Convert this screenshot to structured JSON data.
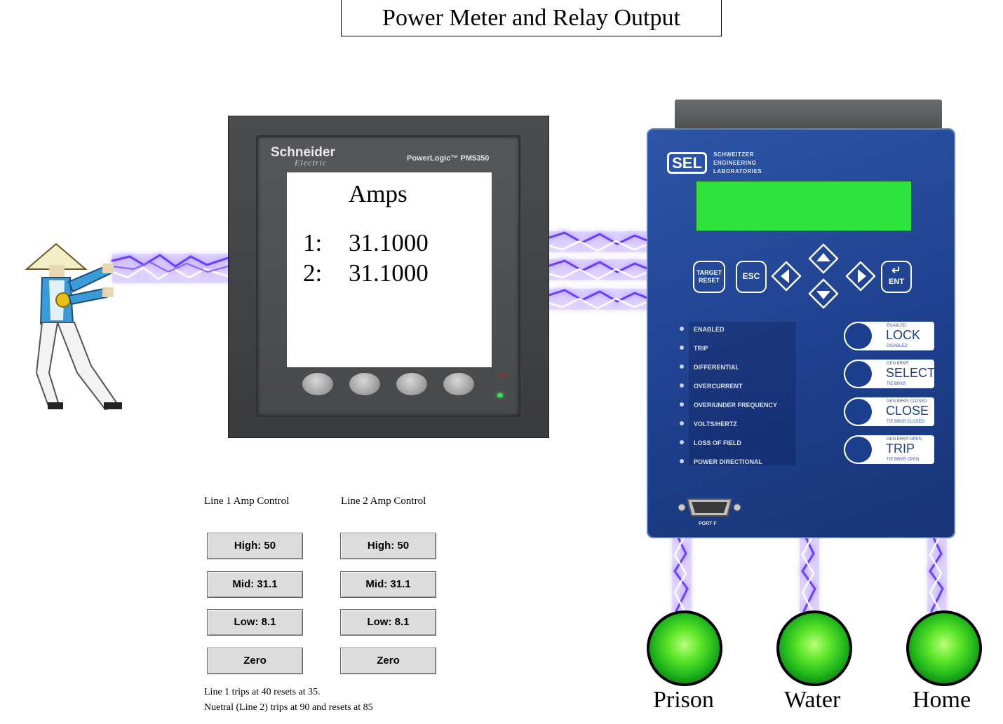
{
  "title": "Power Meter and Relay Output",
  "meter": {
    "brand": "Schneider",
    "brand_sub": "Electric",
    "model": "PowerLogic™ PM5350",
    "screen_title": "Amps",
    "lines": [
      {
        "label": "1:",
        "value": "31.1000"
      },
      {
        "label": "2:",
        "value": "31.1000"
      }
    ]
  },
  "relay": {
    "logo": "SEL",
    "company": [
      "SCHWEITZER",
      "ENGINEERING",
      "LABORATORIES"
    ],
    "keys": {
      "target_line1": "TARGET",
      "target_line2": "RESET",
      "esc": "ESC",
      "enter": "ENT"
    },
    "leds": [
      "ENABLED",
      "TRIP",
      "DIFFERENTIAL",
      "OVERCURRENT",
      "OVER/UNDER FREQUENCY",
      "VOLTS/HERTZ",
      "LOSS OF FIELD",
      "POWER DIRECTIONAL"
    ],
    "pushbuttons": [
      {
        "label": "LOCK",
        "top_small": "ENABLED",
        "bottom_small": "DISABLED"
      },
      {
        "label": "SELECT",
        "top_small": "GEN BRKR",
        "bottom_small": "TIE BRKR"
      },
      {
        "label": "CLOSE",
        "top_small": "GEN BRKR CLOSED",
        "bottom_small": "TIE BRKR CLOSED"
      },
      {
        "label": "TRIP",
        "top_small": "GEN BRKR OPEN",
        "bottom_small": "TIE BRKR OPEN"
      }
    ],
    "port_label": "PORT F",
    "lcd_color": "#2ee33b"
  },
  "controls": {
    "line1": {
      "label": "Line 1 Amp Control",
      "high": "High: 50",
      "mid": "Mid: 31.1",
      "low": "Low: 8.1",
      "zero": "Zero"
    },
    "line2": {
      "label": "Line 2 Amp Control",
      "high": "High: 50",
      "mid": "Mid: 31.1",
      "low": "Low: 8.1",
      "zero": "Zero"
    }
  },
  "notes": [
    "Line 1 trips at 40 resets at 35.",
    "Nuetral (Line 2) trips at 90 and resets at 85"
  ],
  "outputs": [
    {
      "label": "Prison",
      "color": "#3fd02a"
    },
    {
      "label": "Water",
      "color": "#3fd02a"
    },
    {
      "label": "Home",
      "color": "#3fd02a"
    }
  ],
  "icons": {
    "character": "ninja-figure-icon",
    "lightning": "lightning-bolt-icon"
  }
}
